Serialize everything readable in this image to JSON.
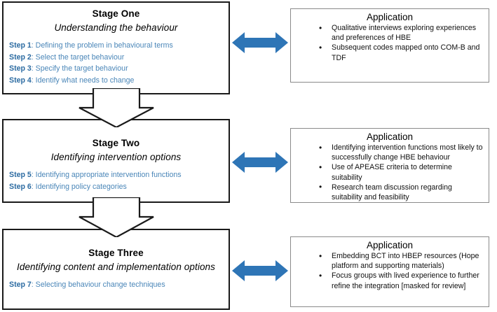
{
  "diagram": {
    "title": "Behaviour Change Wheel three-stage process with applications",
    "accent_blue": "#2E75B6",
    "step_text_color": "#4a86b8",
    "step_label_color": "#2d6ca2",
    "box_border_color": "#1a1a1a",
    "app_border_color": "#8a8a8a"
  },
  "stages": [
    {
      "id": "stage-one",
      "title": "Stage One",
      "subtitle": "Understanding the behaviour",
      "steps": [
        {
          "label": "Step 1",
          "text": ": Defining the problem in behavioural terms"
        },
        {
          "label": "Step 2",
          "text": ": Select the target behaviour"
        },
        {
          "label": "Step 3",
          "text": ": Specify the target behaviour"
        },
        {
          "label": "Step 4",
          "text": ": Identify what needs to change"
        }
      ]
    },
    {
      "id": "stage-two",
      "title": "Stage Two",
      "subtitle": "Identifying intervention options",
      "steps": [
        {
          "label": "Step 5",
          "text": ": Identifying appropriate intervention functions"
        },
        {
          "label": "Step 6",
          "text": ": Identifying policy categories"
        }
      ]
    },
    {
      "id": "stage-three",
      "title": "Stage Three",
      "subtitle": "Identifying content and implementation options",
      "steps": [
        {
          "label": "Step 7",
          "text": ": Selecting behaviour change techniques"
        }
      ]
    }
  ],
  "applications": [
    {
      "id": "application-one",
      "title": "Application",
      "bullet": "•",
      "items": [
        "Qualitative interviews exploring experiences and preferences of HBE",
        "Subsequent codes mapped onto COM-B and TDF"
      ]
    },
    {
      "id": "application-two",
      "title": "Application",
      "bullet": "•",
      "items": [
        "Identifying intervention functions most likely to successfully change HBE behaviour",
        "Use of APEASE criteria to determine suitability",
        "Research team discussion regarding suitability and feasibility"
      ]
    },
    {
      "id": "application-three",
      "title": "Application",
      "bullet": "•",
      "items": [
        "Embedding BCT into HBEP resources (Hope platform and supporting materials)",
        "Focus groups with lived experience to further refine the integration [masked for review]"
      ]
    }
  ],
  "connectors": {
    "horizontal_arrow_name": "double-headed-arrow",
    "vertical_arrow_name": "down-arrow-connector"
  }
}
